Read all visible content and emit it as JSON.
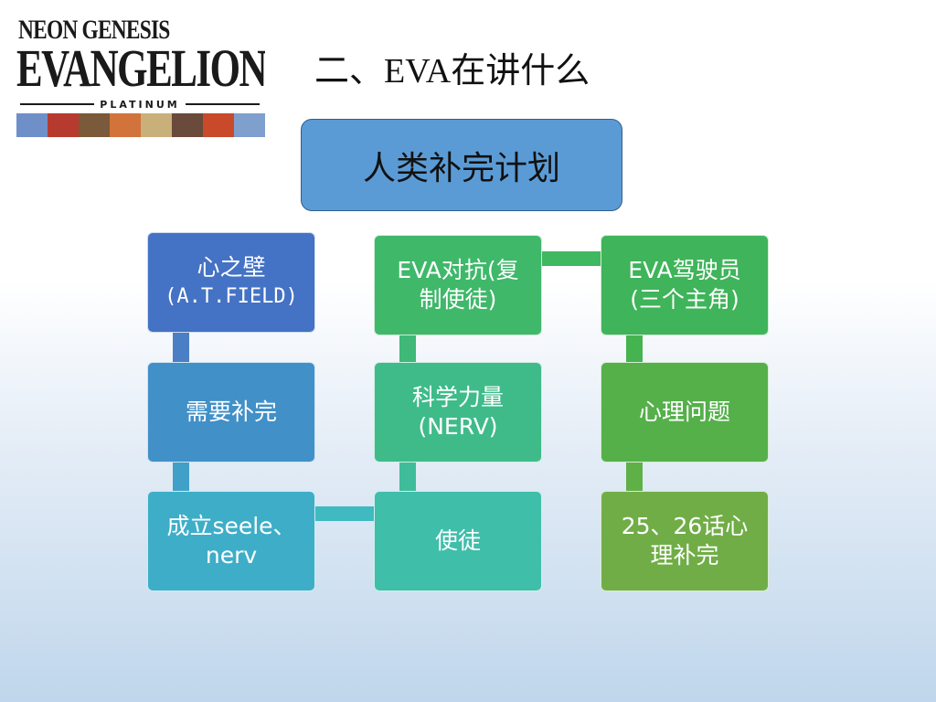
{
  "logo": {
    "line1": "NEON GENESIS",
    "line2": "EVANGELION",
    "line3": "PLATINUM",
    "face_colors": [
      "#6f8fc8",
      "#b73a2e",
      "#7a5a3a",
      "#d1733a",
      "#c9b07a",
      "#6a4a3a",
      "#c84a2a",
      "#7fa0cc"
    ]
  },
  "title": "二、EVA在讲什么",
  "root": "人类补完计划",
  "colors": {
    "root": "#5b9bd5",
    "col1": [
      "#4472c4",
      "#4190c8",
      "#3eaec8"
    ],
    "col2": [
      "#3fb86a",
      "#3fbb8a",
      "#3fbeaa"
    ],
    "col3": [
      "#3fb45a",
      "#55b04a",
      "#70ad47"
    ]
  },
  "columns": [
    {
      "nodes": [
        {
          "line1": "心之壁",
          "line2": "(A.T.FIELD)"
        },
        {
          "line1": "需要补完",
          "line2": ""
        },
        {
          "line1": "成立seele、",
          "line2": "nerv"
        }
      ]
    },
    {
      "nodes": [
        {
          "line1": "EVA对抗(复",
          "line2": "制使徒)"
        },
        {
          "line1": "科学力量",
          "line2": "(NERV)"
        },
        {
          "line1": "使徒",
          "line2": ""
        }
      ]
    },
    {
      "nodes": [
        {
          "line1": "EVA驾驶员",
          "line2": "(三个主角)"
        },
        {
          "line1": "心理问题",
          "line2": ""
        },
        {
          "line1": "25、26话心",
          "line2": "理补完"
        }
      ]
    }
  ]
}
